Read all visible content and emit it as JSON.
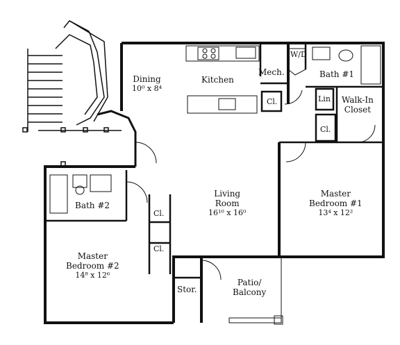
{
  "rooms": {
    "dining": {
      "name": "Dining",
      "dims": "10⁰ x 8⁴"
    },
    "kitchen": {
      "name": "Kitchen"
    },
    "mech": {
      "name": "Mech."
    },
    "bath1": {
      "name": "Bath #1"
    },
    "walkin": {
      "line1": "Walk-In",
      "line2": "Closet"
    },
    "lin": {
      "name": "Lin"
    },
    "cl_kitchen": {
      "name": "Cl."
    },
    "cl_master1": {
      "name": "Cl."
    },
    "living": {
      "line1": "Living",
      "line2": "Room",
      "dims": "16¹⁰ x 16⁰"
    },
    "master1": {
      "line1": "Master",
      "line2": "Bedroom #1",
      "dims": "13⁴ x 12²"
    },
    "bath2": {
      "name": "Bath #2"
    },
    "cl_hall1": {
      "name": "Cl."
    },
    "cl_hall2": {
      "name": "Cl."
    },
    "master2": {
      "line1": "Master",
      "line2": "Bedroom #2",
      "dims": "14⁸ x 12⁶"
    },
    "stor": {
      "name": "Stor."
    },
    "patio": {
      "line1": "Patio/",
      "line2": "Balcony"
    },
    "wd": {
      "name": "W/D"
    }
  },
  "colors": {
    "wall": "#111111",
    "background": "#ffffff"
  }
}
